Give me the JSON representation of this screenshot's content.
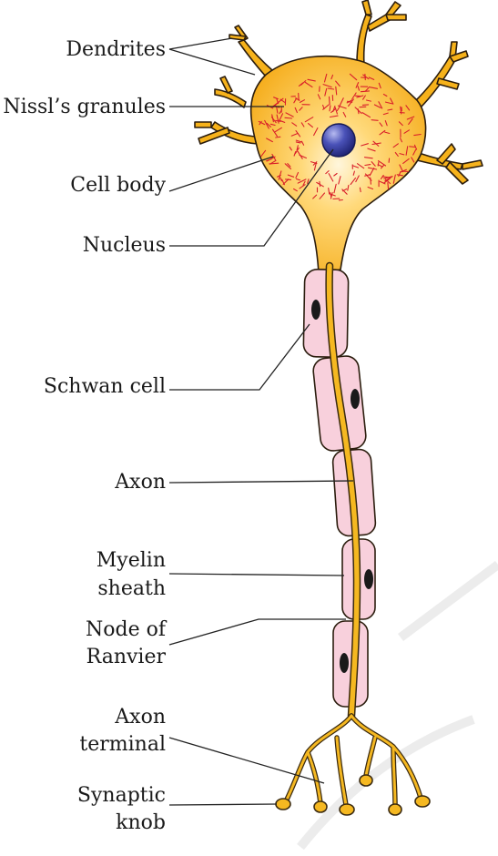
{
  "labels": {
    "dendrites": "Dendrites",
    "nissls_granules": "Nissl’s granules",
    "cell_body": "Cell body",
    "nucleus": "Nucleus",
    "schwan_cell": "Schwan cell",
    "axon": "Axon",
    "myelin_line1": "Myelin",
    "myelin_line2": "sheath",
    "node_line1": "Node of",
    "node_line2": "Ranvier",
    "terminal_line1": "Axon",
    "terminal_line2": "terminal",
    "knob_line1": "Synaptic",
    "knob_line2": "knob"
  },
  "colors": {
    "cytoplasm": "#f6b21b",
    "cytoplasm_center": "#fff3cf",
    "granules": "#d9202a",
    "nucleus": "#2f3591",
    "myelin": "#f8d0dc",
    "axon": "#f5b821",
    "schwann_nucleus": "#1a1a1a",
    "watermark": "#e6e6e6"
  }
}
